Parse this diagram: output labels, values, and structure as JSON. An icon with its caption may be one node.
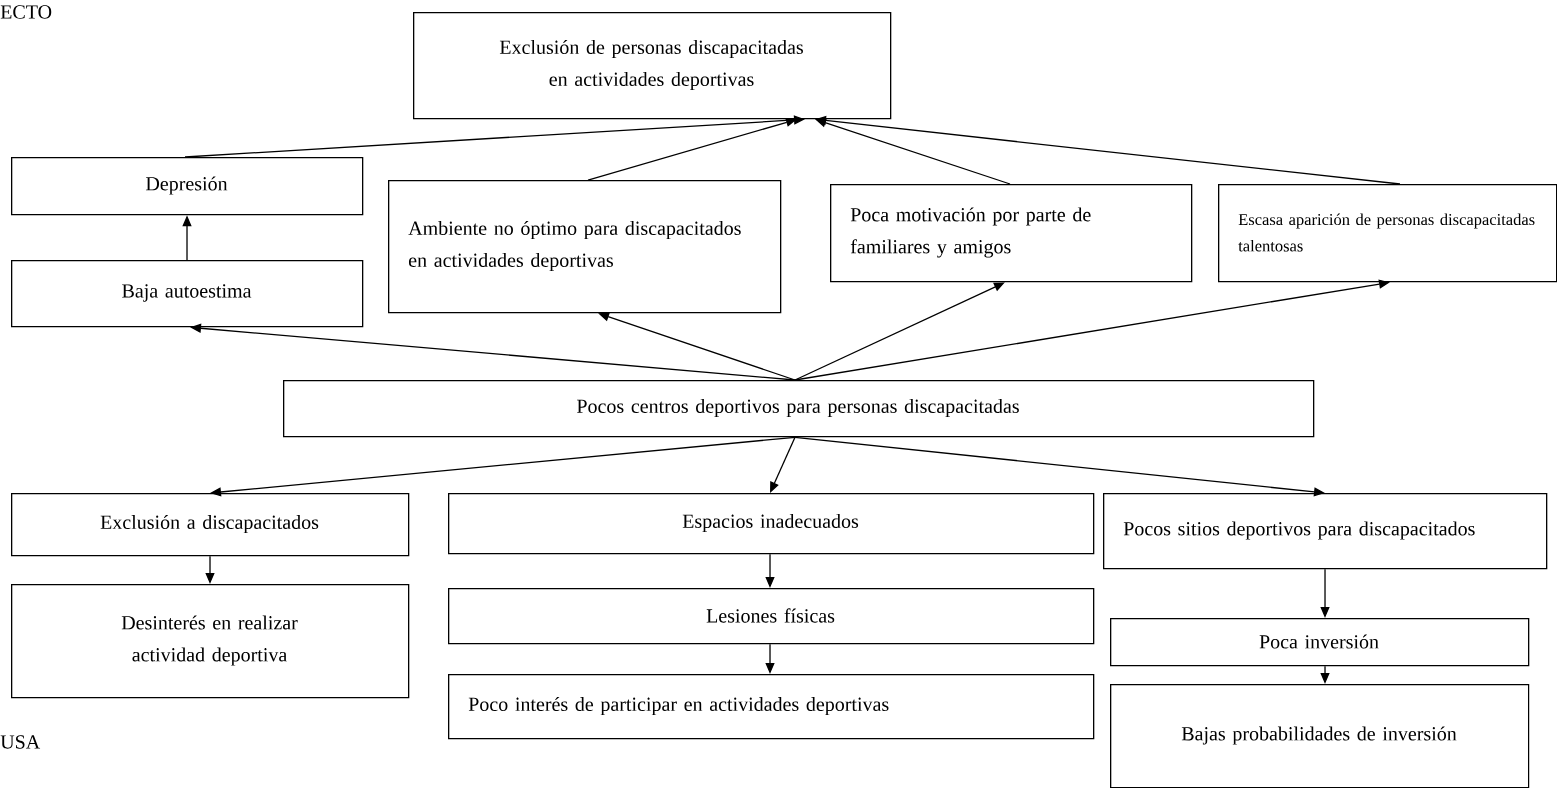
{
  "diagram": {
    "nodes": [
      {
        "text": [
          "Exclusión de personas discapacitadas en actividades deportivas"
        ]
      },
      {
        "text": [
          "Depresión"
        ]
      },
      {
        "text": [
          "Ambiente no óptimo para discapacitados en actividades deportivas"
        ]
      },
      {
        "text": [
          "Poca motivación por parte de familiares y amigos"
        ]
      },
      {
        "text": [
          "Escasa aparición de personas discapacitadas talentosas"
        ]
      },
      {
        "text": [
          "Baja autoestima"
        ]
      },
      {
        "text": [
          "Pocos centros deportivos para personas discapacitadas"
        ]
      },
      {
        "text": [
          "Exclusión  a discapacitados"
        ]
      },
      {
        "text": [
          "Espacios inadecuados"
        ]
      },
      {
        "text": [
          "Pocos sitios deportivos para discapacitados"
        ]
      },
      {
        "text": [
          "Desinterés en realizar actividad deportiva"
        ]
      },
      {
        "text": [
          "Lesiones físicas"
        ]
      },
      {
        "text": [
          "Poca inversión"
        ]
      },
      {
        "text": [
          "Poco interés de participar en actividades deportivas"
        ]
      },
      {
        "text": [
          "Bajas probabilidades de inversión"
        ]
      }
    ],
    "edges": [
      {
        "from": 1,
        "to": 0,
        "arrow": "to"
      },
      {
        "from": 2,
        "to": 0,
        "arrow": "to"
      },
      {
        "from": 3,
        "to": 0,
        "arrow": "to"
      },
      {
        "from": 4,
        "to": 0,
        "arrow": "to"
      },
      {
        "from": 5,
        "to": 1,
        "arrow": "to"
      },
      {
        "from": 6,
        "to": 5,
        "arrow": "to"
      },
      {
        "from": 6,
        "to": 2,
        "arrow": "to"
      },
      {
        "from": 6,
        "to": 3,
        "arrow": "to"
      },
      {
        "from": 6,
        "to": 4,
        "arrow": "to"
      },
      {
        "from": 6,
        "to": 7,
        "arrow": "to"
      },
      {
        "from": 6,
        "to": 8,
        "arrow": "to"
      },
      {
        "from": 6,
        "to": 9,
        "arrow": "to"
      },
      {
        "from": 7,
        "to": 10,
        "arrow": "to"
      },
      {
        "from": 8,
        "to": 11,
        "arrow": "to"
      },
      {
        "from": 11,
        "to": 13,
        "arrow": "to"
      },
      {
        "from": 9,
        "to": 12,
        "arrow": "to"
      },
      {
        "from": 12,
        "to": 14,
        "arrow": "to"
      }
    ],
    "labels": [
      "ECTO",
      "USA"
    ]
  }
}
